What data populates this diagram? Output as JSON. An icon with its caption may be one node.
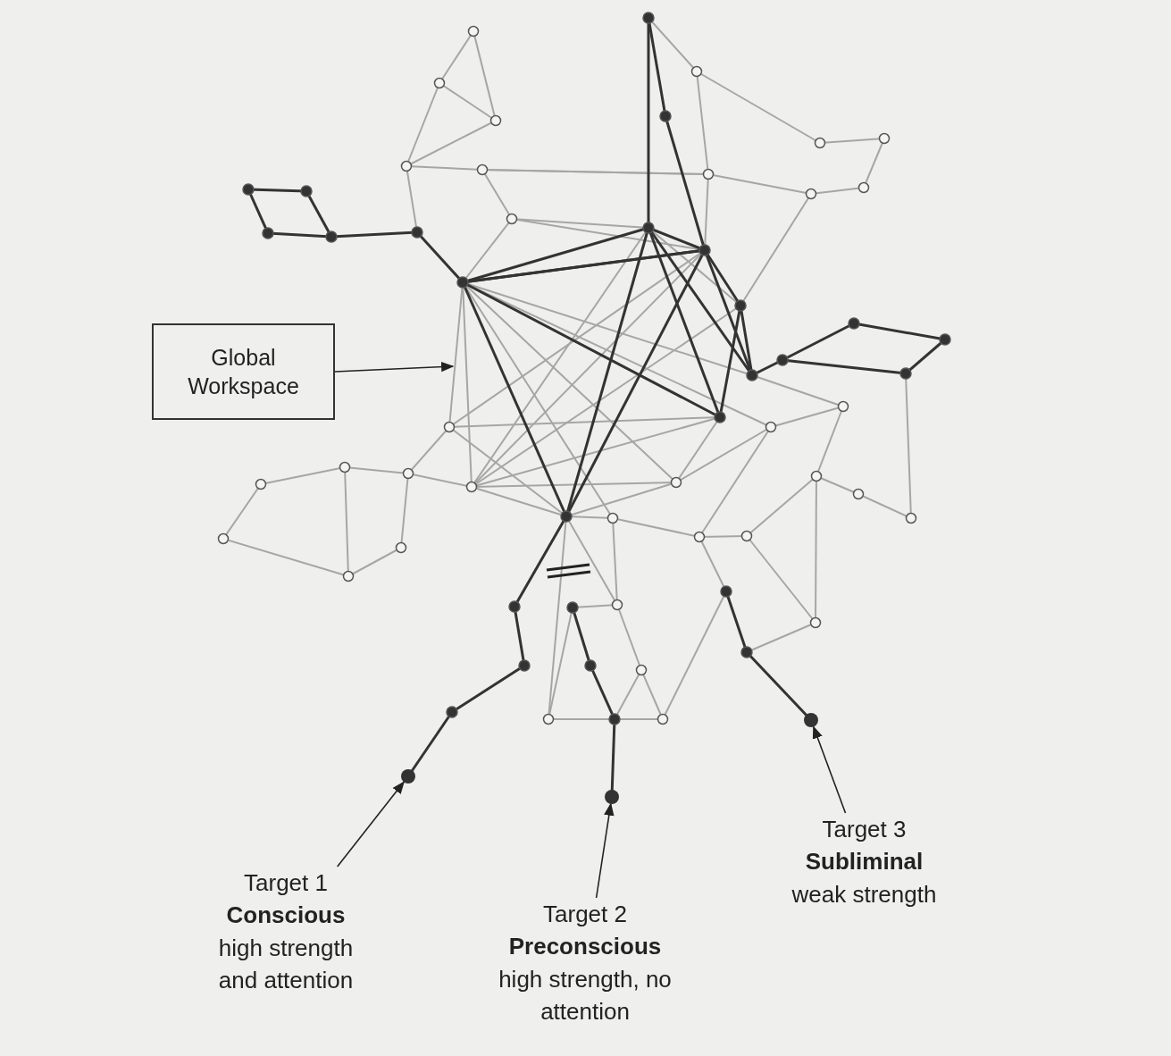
{
  "diagram": {
    "nodes": [
      {
        "text": [
          "Global Workspace"
        ]
      },
      {
        "text": [
          "Target 1",
          "Conscious",
          "high strength and attention"
        ]
      },
      {
        "text": [],
        "shape": "circle"
      },
      {
        "text": [
          "Target 2",
          "Preconscious",
          "high strength, no attention"
        ]
      },
      {
        "text": [],
        "shape": "circle"
      },
      {
        "text": [
          "Target 3",
          "Subliminal",
          "weak strength"
        ]
      },
      {
        "text": [],
        "shape": "circle"
      }
    ],
    "edges": [
      {
        "from": 0,
        "to": null,
        "arrow": "to"
      },
      {
        "from": 1,
        "to": 2,
        "arrow": "to"
      },
      {
        "from": 3,
        "to": 4,
        "arrow": "to"
      },
      {
        "from": 5,
        "to": 6,
        "arrow": "to"
      }
    ]
  }
}
